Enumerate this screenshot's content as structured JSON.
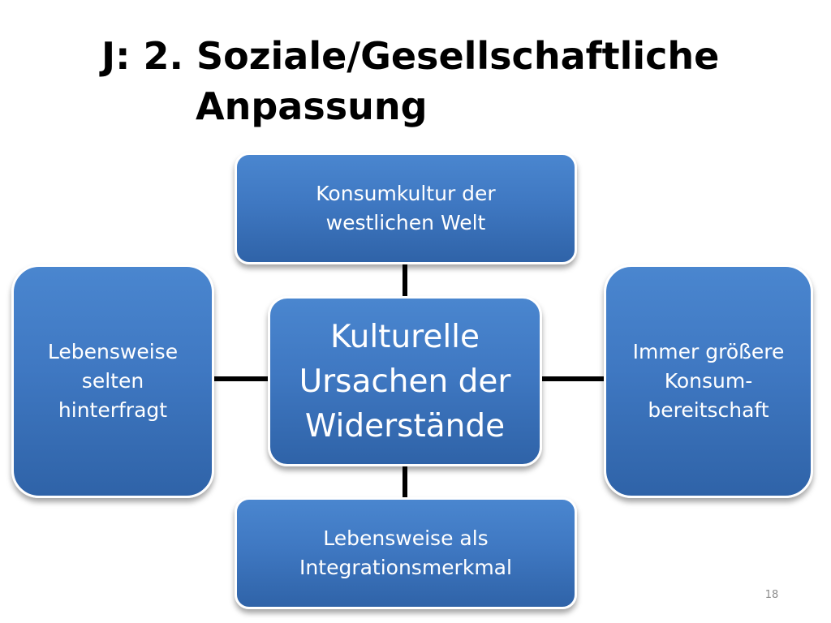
{
  "slide": {
    "title_line1": "J: 2. Soziale/Gesellschaftliche",
    "title_line2": "Anpassung",
    "page_number": "18"
  },
  "diagram": {
    "center": "Kulturelle\nUrsachen der\nWiderstände",
    "top": "Konsumkultur der\nwestlichen Welt",
    "left": "Lebensweise\nselten\nhinterfragt",
    "right": "Immer größere\nKonsum-\nbereitschaft",
    "bottom": "Lebensweise als\nIntegrationsmerkmal"
  },
  "colors": {
    "box_fill": "#3f78c2",
    "box_border": "#ffffff",
    "connector": "#000000",
    "text": "#ffffff"
  }
}
